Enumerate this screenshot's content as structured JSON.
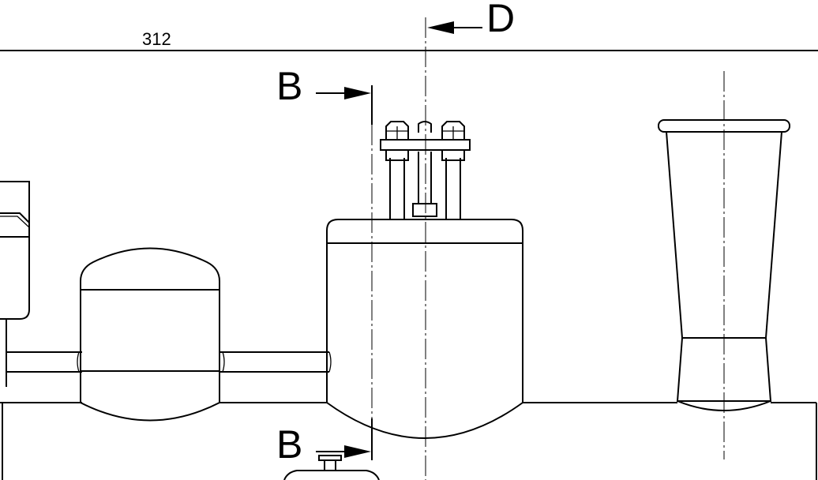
{
  "drawing": {
    "dimension_value": "312",
    "section_b_top": "B",
    "section_b_bottom": "B",
    "view_d": "D"
  }
}
